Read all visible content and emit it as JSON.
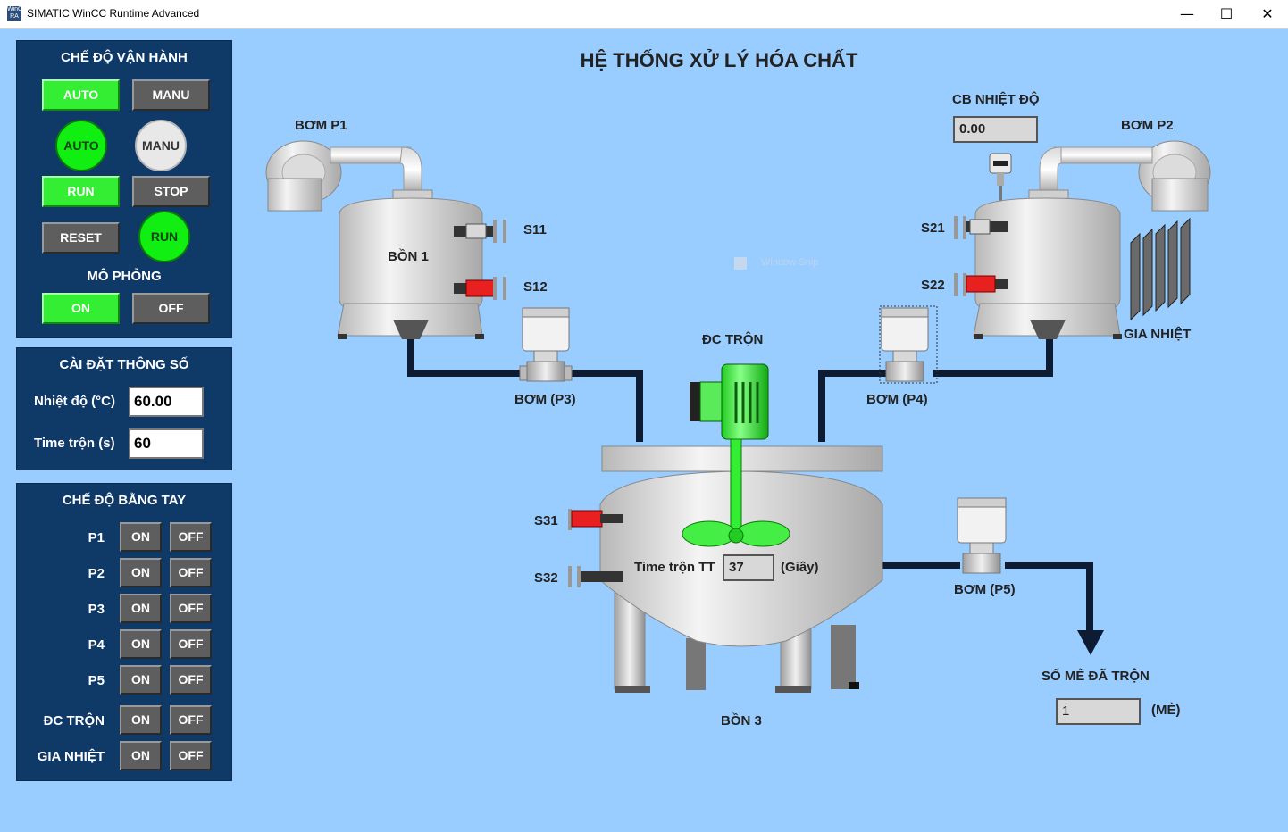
{
  "window": {
    "title": "SIMATIC WinCC Runtime Advanced",
    "app_icon_text": "WinCC RA",
    "min": "—",
    "max": "☐",
    "close": "✕"
  },
  "main_title": "HỆ THỐNG XỬ LÝ HÓA CHẤT",
  "mode_panel": {
    "title": "CHẾ ĐỘ VẬN HÀNH",
    "auto_btn": "AUTO",
    "manu_btn": "MANU",
    "auto_lamp": "AUTO",
    "manu_lamp": "MANU",
    "run_btn": "RUN",
    "stop_btn": "STOP",
    "reset_btn": "RESET",
    "run_lamp": "RUN",
    "sim_title": "MÔ PHỎNG",
    "sim_on": "ON",
    "sim_off": "OFF"
  },
  "params_panel": {
    "title": "CÀI ĐẶT THÔNG SỐ",
    "temp_label": "Nhiệt độ (°C)",
    "temp_value": "60.00",
    "time_label": "Time trộn (s)",
    "time_value": "60"
  },
  "manual_panel": {
    "title": "CHẾ ĐỘ BẰNG TAY",
    "rows": [
      {
        "label": "P1",
        "on": "ON",
        "off": "OFF"
      },
      {
        "label": "P2",
        "on": "ON",
        "off": "OFF"
      },
      {
        "label": "P3",
        "on": "ON",
        "off": "OFF"
      },
      {
        "label": "P4",
        "on": "ON",
        "off": "OFF"
      },
      {
        "label": "P5",
        "on": "ON",
        "off": "OFF"
      },
      {
        "label": "ĐC TRỘN",
        "on": "ON",
        "off": "OFF"
      },
      {
        "label": "GIA NHIỆT",
        "on": "ON",
        "off": "OFF"
      }
    ]
  },
  "process": {
    "pump_p1": "BƠM P1",
    "pump_p2": "BƠM P2",
    "temp_sensor_label": "CB NHIỆT ĐỘ",
    "temp_sensor_value": "0.00",
    "tank1": "BỒN 1",
    "tank3": "BỒN 3",
    "s11": "S11",
    "s12": "S12",
    "s21": "S21",
    "s22": "S22",
    "s31": "S31",
    "s32": "S32",
    "heater": "GIA NHIỆT",
    "mixer_motor": "ĐC TRỘN",
    "pump_p3": "BƠM (P3)",
    "pump_p4": "BƠM (P4)",
    "pump_p5": "BƠM (P5)",
    "mix_time_label": "Time trộn TT",
    "mix_time_value": "37",
    "mix_time_unit": "(Giây)",
    "batch_label": "SỐ MẺ ĐÃ TRỘN",
    "batch_value": "1",
    "batch_unit": "(MẺ)",
    "snip_text": "Window Snip"
  },
  "colors": {
    "background": "#99ccff",
    "panel": "#0f3a68",
    "active": "#33ee33",
    "inactive_button": "#5e5e5e",
    "pipe": "#0d1b33",
    "sensor_active": "#e82020"
  }
}
